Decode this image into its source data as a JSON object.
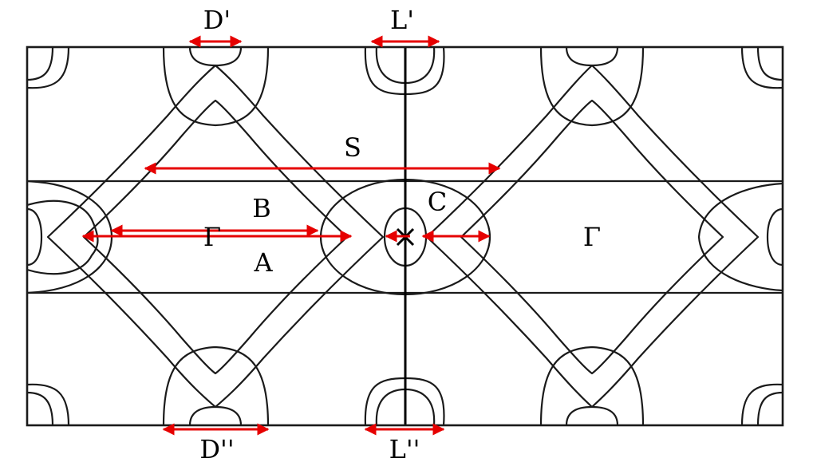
{
  "labels": {
    "D_top": "D'",
    "L_top": "L'",
    "S": "S",
    "B": "B",
    "C": "C",
    "gamma_left": "Γ",
    "gamma_right": "Γ",
    "A": "A",
    "D_bottom": "D''",
    "L_bottom": "L''"
  },
  "colors": {
    "lines": "#1a1a1a",
    "arrows": "#e60000",
    "background": "#ffffff"
  }
}
